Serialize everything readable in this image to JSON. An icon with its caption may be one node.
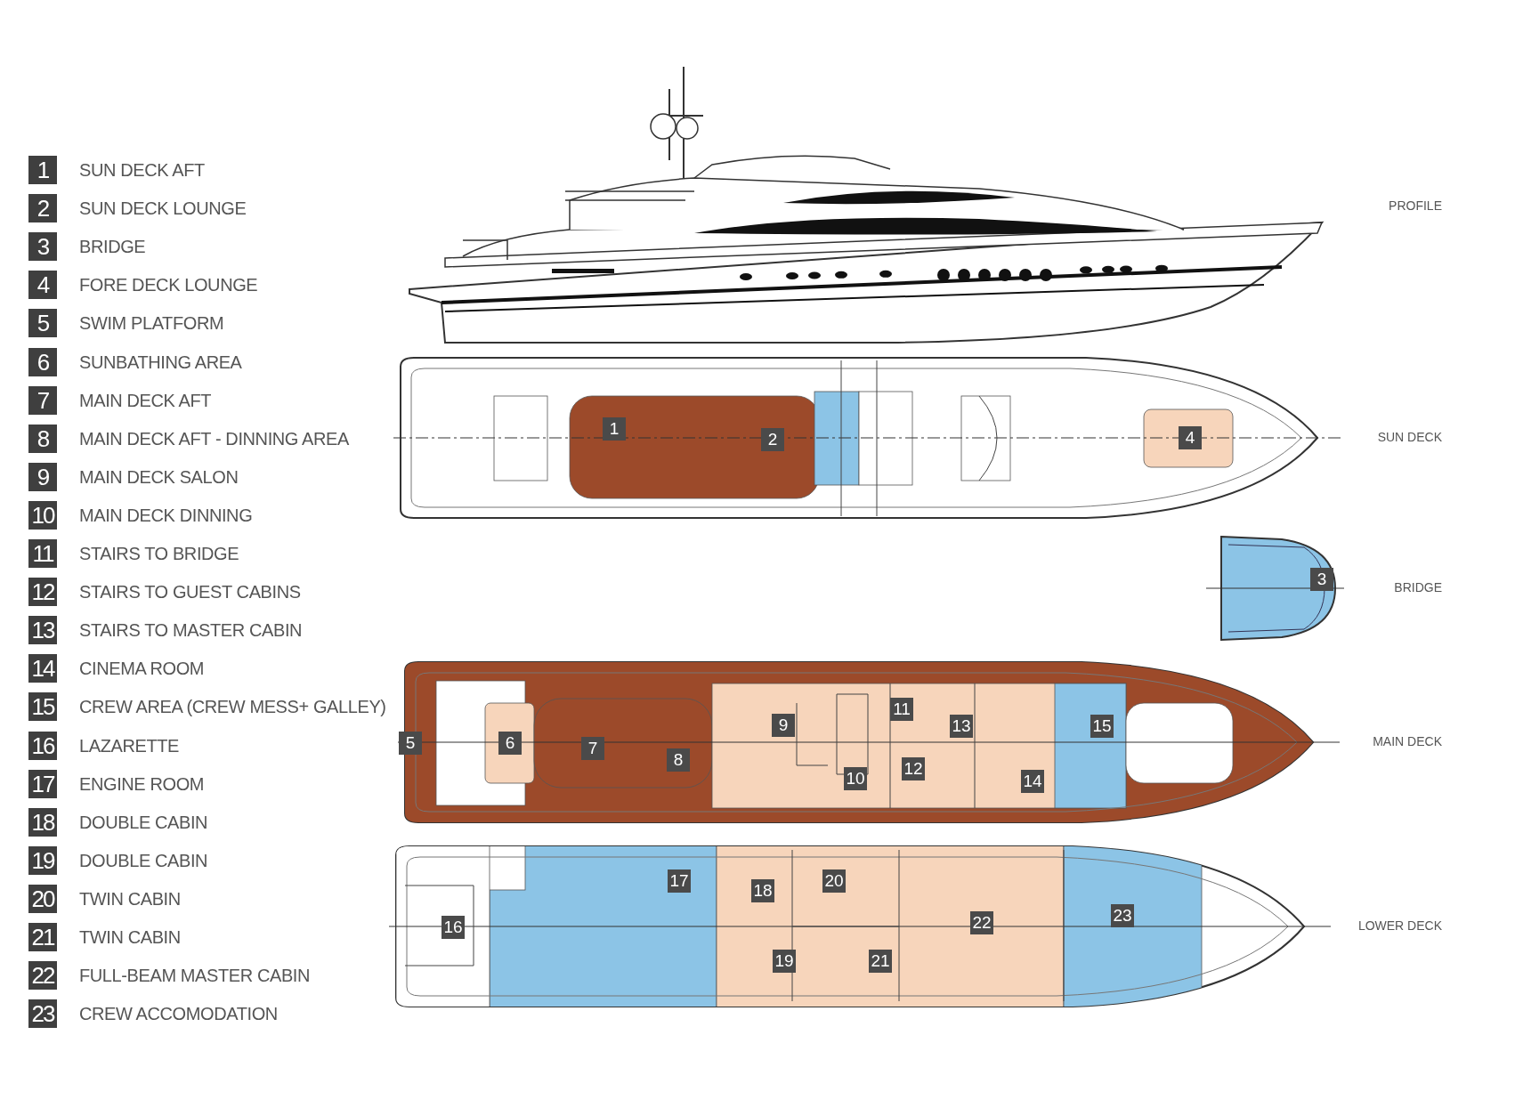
{
  "diagram": {
    "labels": [
      "1",
      "SUN DECK AFT",
      "2",
      "SUN DECK LOUNGE",
      "3",
      "BRIDGE",
      "4",
      "FORE DECK LOUNGE",
      "5",
      "SWIM PLATFORM",
      "6",
      "SUNBATHING AREA",
      "7",
      "MAIN DECK AFT",
      "8",
      "MAIN DECK AFT - DINNING AREA",
      "9",
      "MAIN DECK SALON",
      "10",
      "MAIN DECK DINNING",
      "11",
      "STAIRS TO BRIDGE",
      "12",
      "STAIRS TO GUEST CABINS",
      "13",
      "STAIRS TO MASTER CABIN",
      "14",
      "CINEMA ROOM",
      "15",
      "CREW AREA (CREW MESS+ GALLEY)",
      "16",
      "LAZARETTE",
      "17",
      "ENGINE ROOM",
      "18",
      "DOUBLE CABIN",
      "19",
      "DOUBLE CABIN",
      "20",
      "TWIN CABIN",
      "21",
      "TWIN CABIN",
      "22",
      "FULL-BEAM MASTER CABIN",
      "23",
      "CREW ACCOMODATION",
      "PROFILE",
      "SUN DECK",
      "BRIDGE",
      "MAIN DECK",
      "LOWER DECK",
      "1",
      "2",
      "4",
      "3",
      "11",
      "9",
      "13",
      "15",
      "5",
      "6",
      "7",
      "8",
      "10",
      "12",
      "14",
      "17",
      "18",
      "20",
      "16",
      "22",
      "23",
      "19",
      "21"
    ]
  }
}
